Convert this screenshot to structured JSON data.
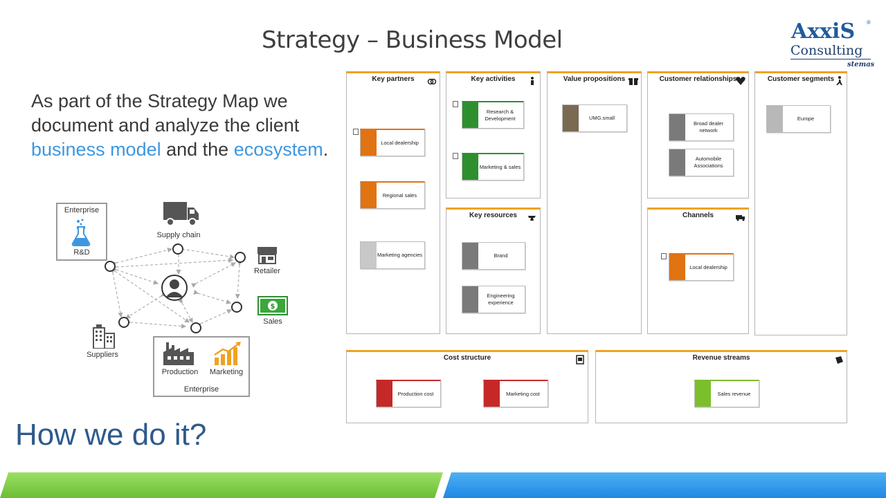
{
  "title": "Strategy – Business Model",
  "logo": {
    "line1": "AxxiS",
    "reg": "®",
    "line2": "Consulting",
    "line3": "stemas"
  },
  "intro": {
    "part1": "As part of the Strategy Map we document and analyze the client ",
    "highlight1": "business model",
    "part2": " and the ",
    "highlight2": "ecosystem",
    "part3": "."
  },
  "how": "How we do it?",
  "ecosystem": {
    "enterprise_top": "Enterprise",
    "rd": "R&D",
    "supply_chain": "Supply chain",
    "retailer": "Retailer",
    "sales": "Sales",
    "suppliers": "Suppliers",
    "production": "Production",
    "marketing": "Marketing",
    "enterprise_bottom": "Enterprise"
  },
  "canvas": {
    "key_partners": {
      "title": "Key partners",
      "items": [
        "Local dealership",
        "Regional sales",
        "Marketing agencies"
      ]
    },
    "key_activities": {
      "title": "Key activities",
      "items": [
        "Research & Development",
        "Marketing & sales"
      ]
    },
    "key_resources": {
      "title": "Key resources",
      "items": [
        "Brand",
        "Engineering experience"
      ]
    },
    "value_propositions": {
      "title": "Value propositions",
      "items": [
        "UMG.small"
      ]
    },
    "customer_relationships": {
      "title": "Customer relationships",
      "items": [
        "Broad dealer network",
        "Automobile Associations"
      ]
    },
    "channels": {
      "title": "Channels",
      "items": [
        "Local dealership"
      ]
    },
    "customer_segments": {
      "title": "Customer segments",
      "items": [
        "Europe"
      ]
    },
    "cost_structure": {
      "title": "Cost structure",
      "items": [
        "Production cost",
        "Marketing cost"
      ]
    },
    "revenue_streams": {
      "title": "Revenue streams",
      "items": [
        "Sales revenue"
      ]
    }
  },
  "colors": {
    "accent_orange": "#f0a223",
    "green_bar": "#6cbd36",
    "blue_bar": "#1e88e5",
    "highlight": "#3d97e0"
  }
}
